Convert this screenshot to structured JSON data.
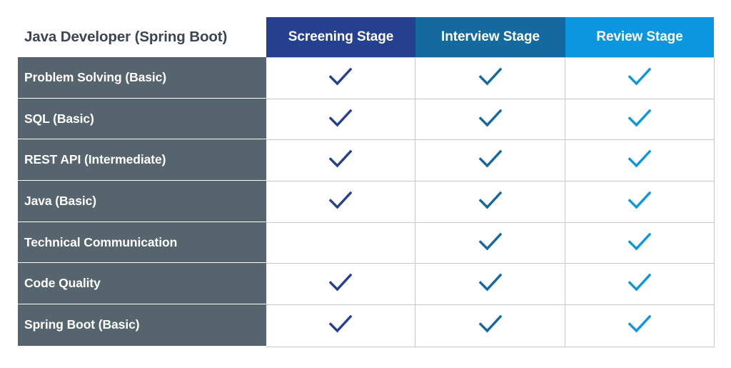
{
  "title": "Java Developer (Spring Boot)",
  "stages": [
    {
      "label": "Screening Stage",
      "color": "#25408f",
      "check_color": "#24408e"
    },
    {
      "label": "Interview Stage",
      "color": "#14699e",
      "check_color": "#16679d"
    },
    {
      "label": "Review Stage",
      "color": "#0c96e0",
      "check_color": "#0d96e0"
    }
  ],
  "skill_column_color": "#56656d",
  "grid_line_color": "#c6c8ca",
  "title_color": "#3c4553",
  "check_glyph": "checkmark-icon",
  "rows": [
    {
      "skill": "Problem Solving (Basic)",
      "checks": [
        true,
        true,
        true
      ]
    },
    {
      "skill": "SQL (Basic)",
      "checks": [
        true,
        true,
        true
      ]
    },
    {
      "skill": "REST API (Intermediate)",
      "checks": [
        true,
        true,
        true
      ]
    },
    {
      "skill": "Java (Basic)",
      "checks": [
        true,
        true,
        true
      ]
    },
    {
      "skill": "Technical Communication",
      "checks": [
        false,
        true,
        true
      ]
    },
    {
      "skill": "Code Quality",
      "checks": [
        true,
        true,
        true
      ]
    },
    {
      "skill": "Spring Boot (Basic)",
      "checks": [
        true,
        true,
        true
      ]
    }
  ]
}
